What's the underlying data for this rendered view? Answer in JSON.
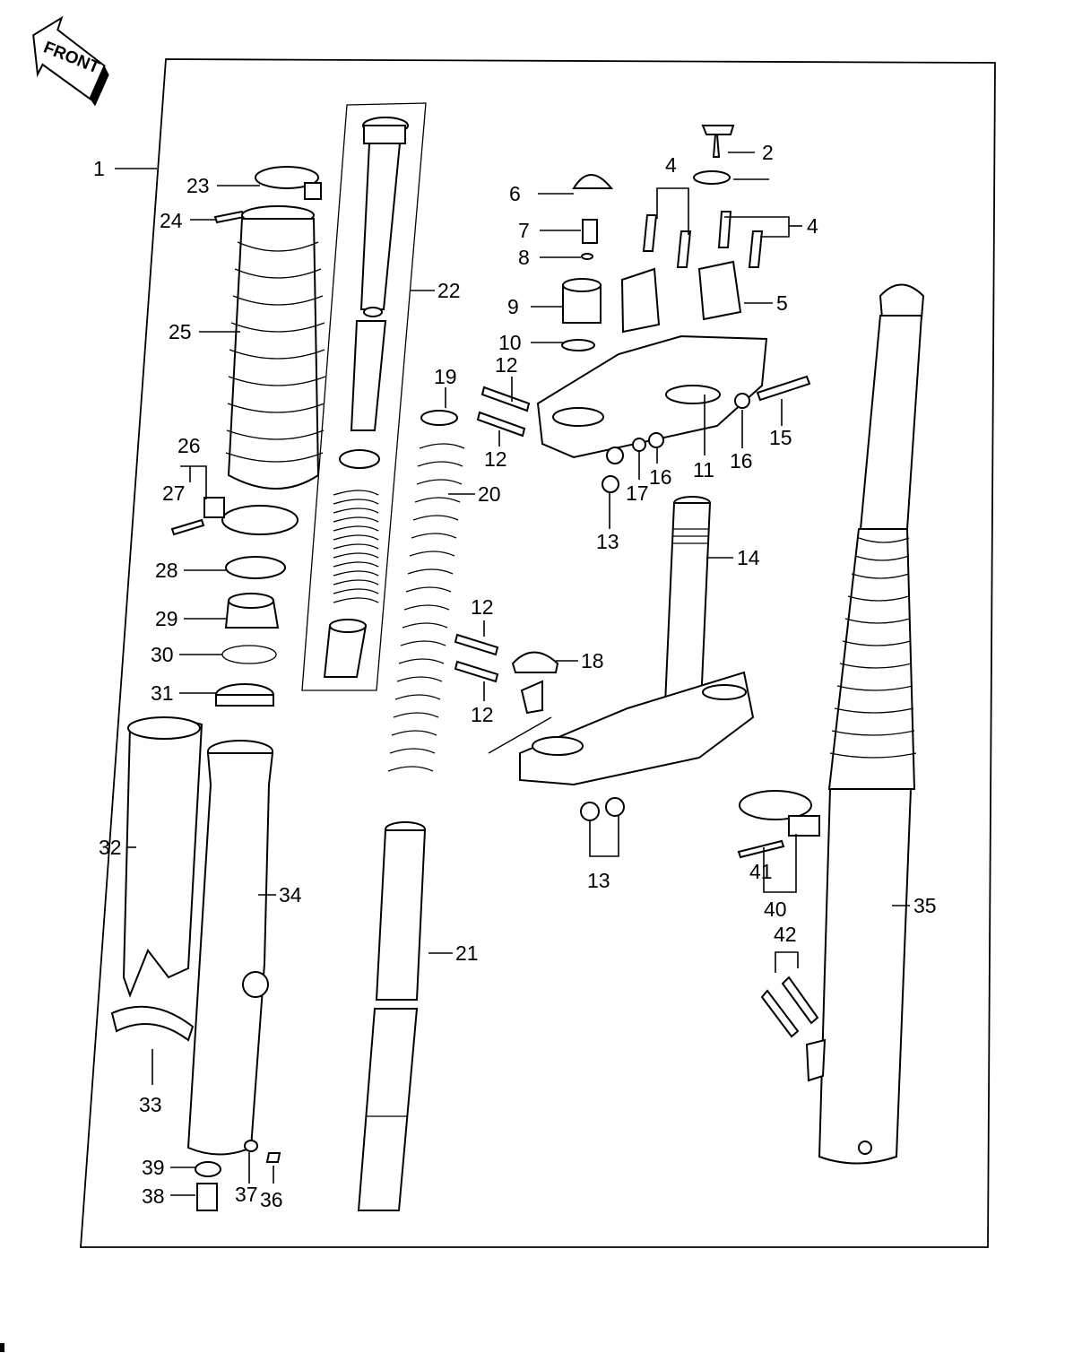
{
  "direction_badge": "FRONT",
  "callouts": [
    {
      "id": "1",
      "text": "1"
    },
    {
      "id": "2",
      "text": "2"
    },
    {
      "id": "4a",
      "text": "4"
    },
    {
      "id": "4b",
      "text": "4"
    },
    {
      "id": "5",
      "text": "5"
    },
    {
      "id": "6",
      "text": "6"
    },
    {
      "id": "7",
      "text": "7"
    },
    {
      "id": "8",
      "text": "8"
    },
    {
      "id": "9",
      "text": "9"
    },
    {
      "id": "10",
      "text": "10"
    },
    {
      "id": "11",
      "text": "11"
    },
    {
      "id": "12a",
      "text": "12"
    },
    {
      "id": "12b",
      "text": "12"
    },
    {
      "id": "12c",
      "text": "12"
    },
    {
      "id": "12d",
      "text": "12"
    },
    {
      "id": "13a",
      "text": "13"
    },
    {
      "id": "13b",
      "text": "13"
    },
    {
      "id": "14",
      "text": "14"
    },
    {
      "id": "15",
      "text": "15"
    },
    {
      "id": "16a",
      "text": "16"
    },
    {
      "id": "16b",
      "text": "16"
    },
    {
      "id": "17",
      "text": "17"
    },
    {
      "id": "18",
      "text": "18"
    },
    {
      "id": "19",
      "text": "19"
    },
    {
      "id": "20",
      "text": "20"
    },
    {
      "id": "21",
      "text": "21"
    },
    {
      "id": "22",
      "text": "22"
    },
    {
      "id": "23",
      "text": "23"
    },
    {
      "id": "24",
      "text": "24"
    },
    {
      "id": "25",
      "text": "25"
    },
    {
      "id": "26",
      "text": "26"
    },
    {
      "id": "27",
      "text": "27"
    },
    {
      "id": "28",
      "text": "28"
    },
    {
      "id": "29",
      "text": "29"
    },
    {
      "id": "30",
      "text": "30"
    },
    {
      "id": "31",
      "text": "31"
    },
    {
      "id": "32",
      "text": "32"
    },
    {
      "id": "33",
      "text": "33"
    },
    {
      "id": "34",
      "text": "34"
    },
    {
      "id": "35",
      "text": "35"
    },
    {
      "id": "36",
      "text": "36"
    },
    {
      "id": "37",
      "text": "37"
    },
    {
      "id": "38",
      "text": "38"
    },
    {
      "id": "39",
      "text": "39"
    },
    {
      "id": "40",
      "text": "40"
    },
    {
      "id": "41",
      "text": "41"
    },
    {
      "id": "42",
      "text": "42"
    }
  ]
}
